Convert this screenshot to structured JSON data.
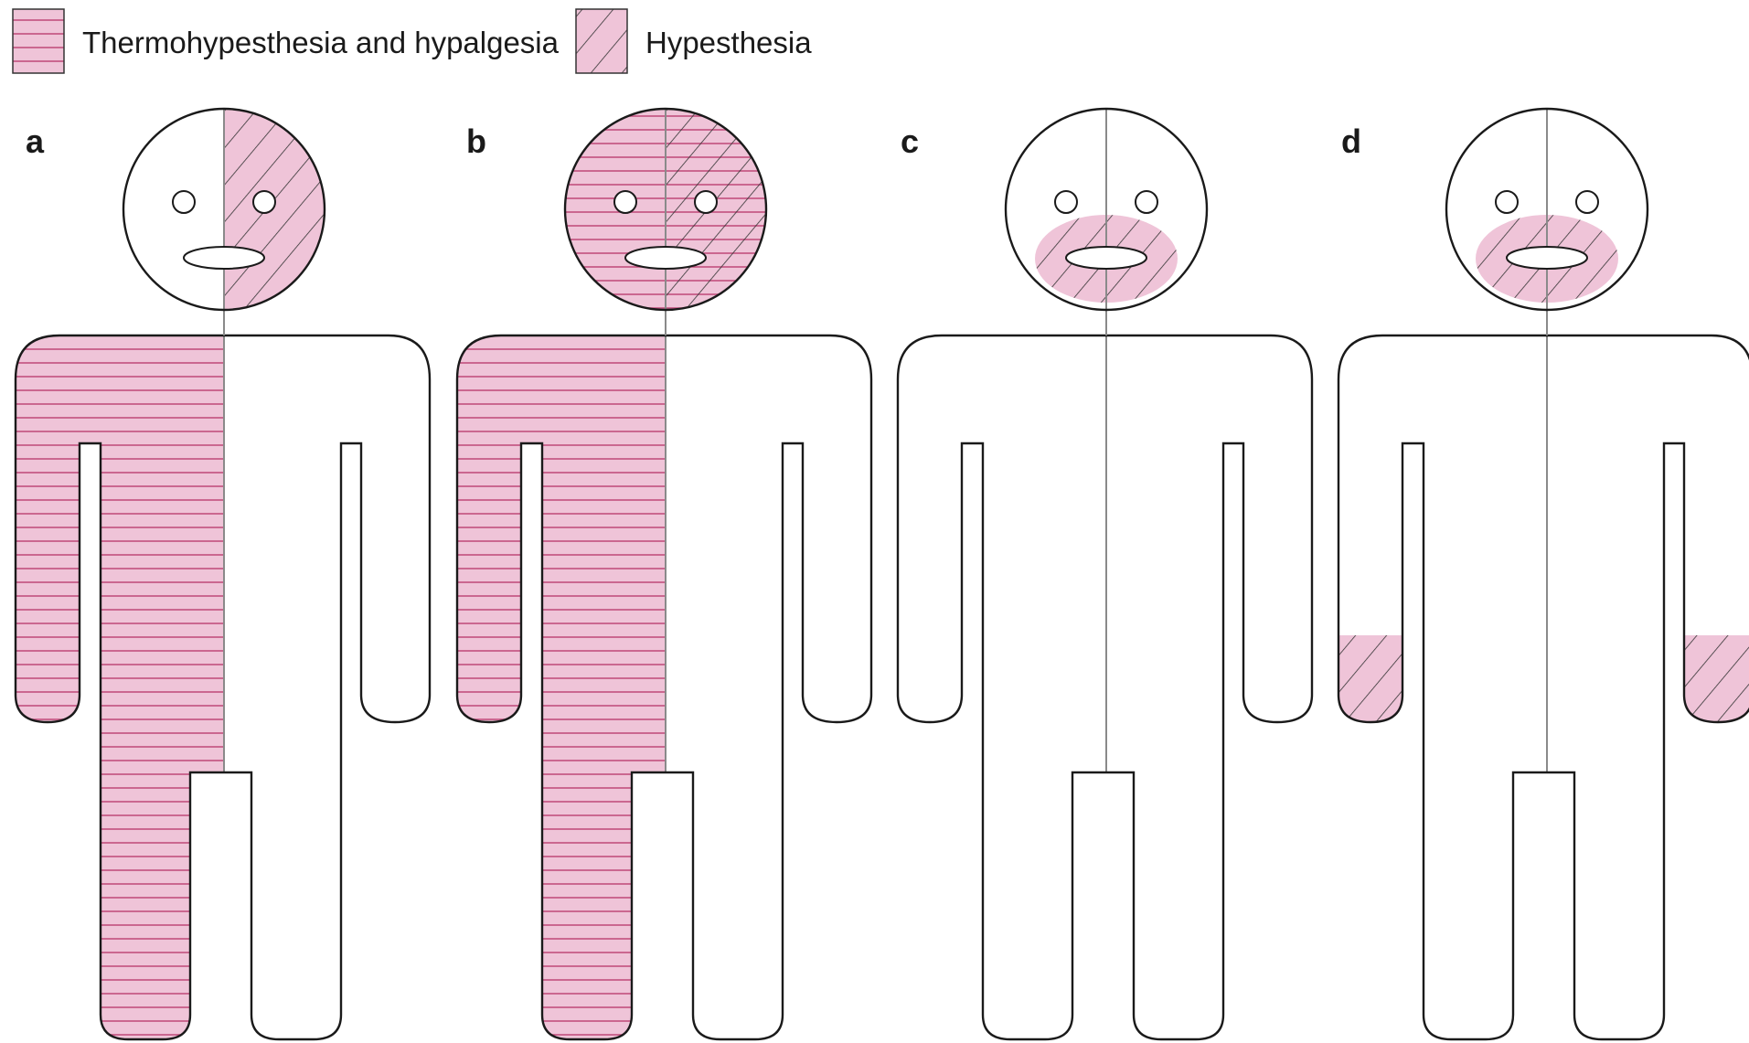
{
  "legend": [
    {
      "label": "Thermohypesthesia and hypalgesia",
      "pattern": "horizontal-lines"
    },
    {
      "label": "Hypesthesia",
      "pattern": "diagonal-lines"
    }
  ],
  "panels": [
    {
      "label": "a",
      "hatched_face_side": "left",
      "thermo_face_side": "none",
      "thermo_body_side": "right",
      "perioral": false,
      "hand_patches": false
    },
    {
      "label": "b",
      "hatched_face_side": "left",
      "thermo_face_side": "both",
      "thermo_body_side": "right",
      "perioral": false,
      "hand_patches": false
    },
    {
      "label": "c",
      "hatched_face_side": "none",
      "thermo_face_side": "none",
      "thermo_body_side": "none",
      "perioral": true,
      "hand_patches": false
    },
    {
      "label": "d",
      "hatched_face_side": "none",
      "thermo_face_side": "none",
      "thermo_body_side": "none",
      "perioral": true,
      "hand_patches": true
    }
  ],
  "colors": {
    "fill": "#efc4d8",
    "hline": "#c2507f",
    "hatch": "#333333",
    "outline": "#1a1a1a",
    "midline": "#8a8a8a"
  }
}
